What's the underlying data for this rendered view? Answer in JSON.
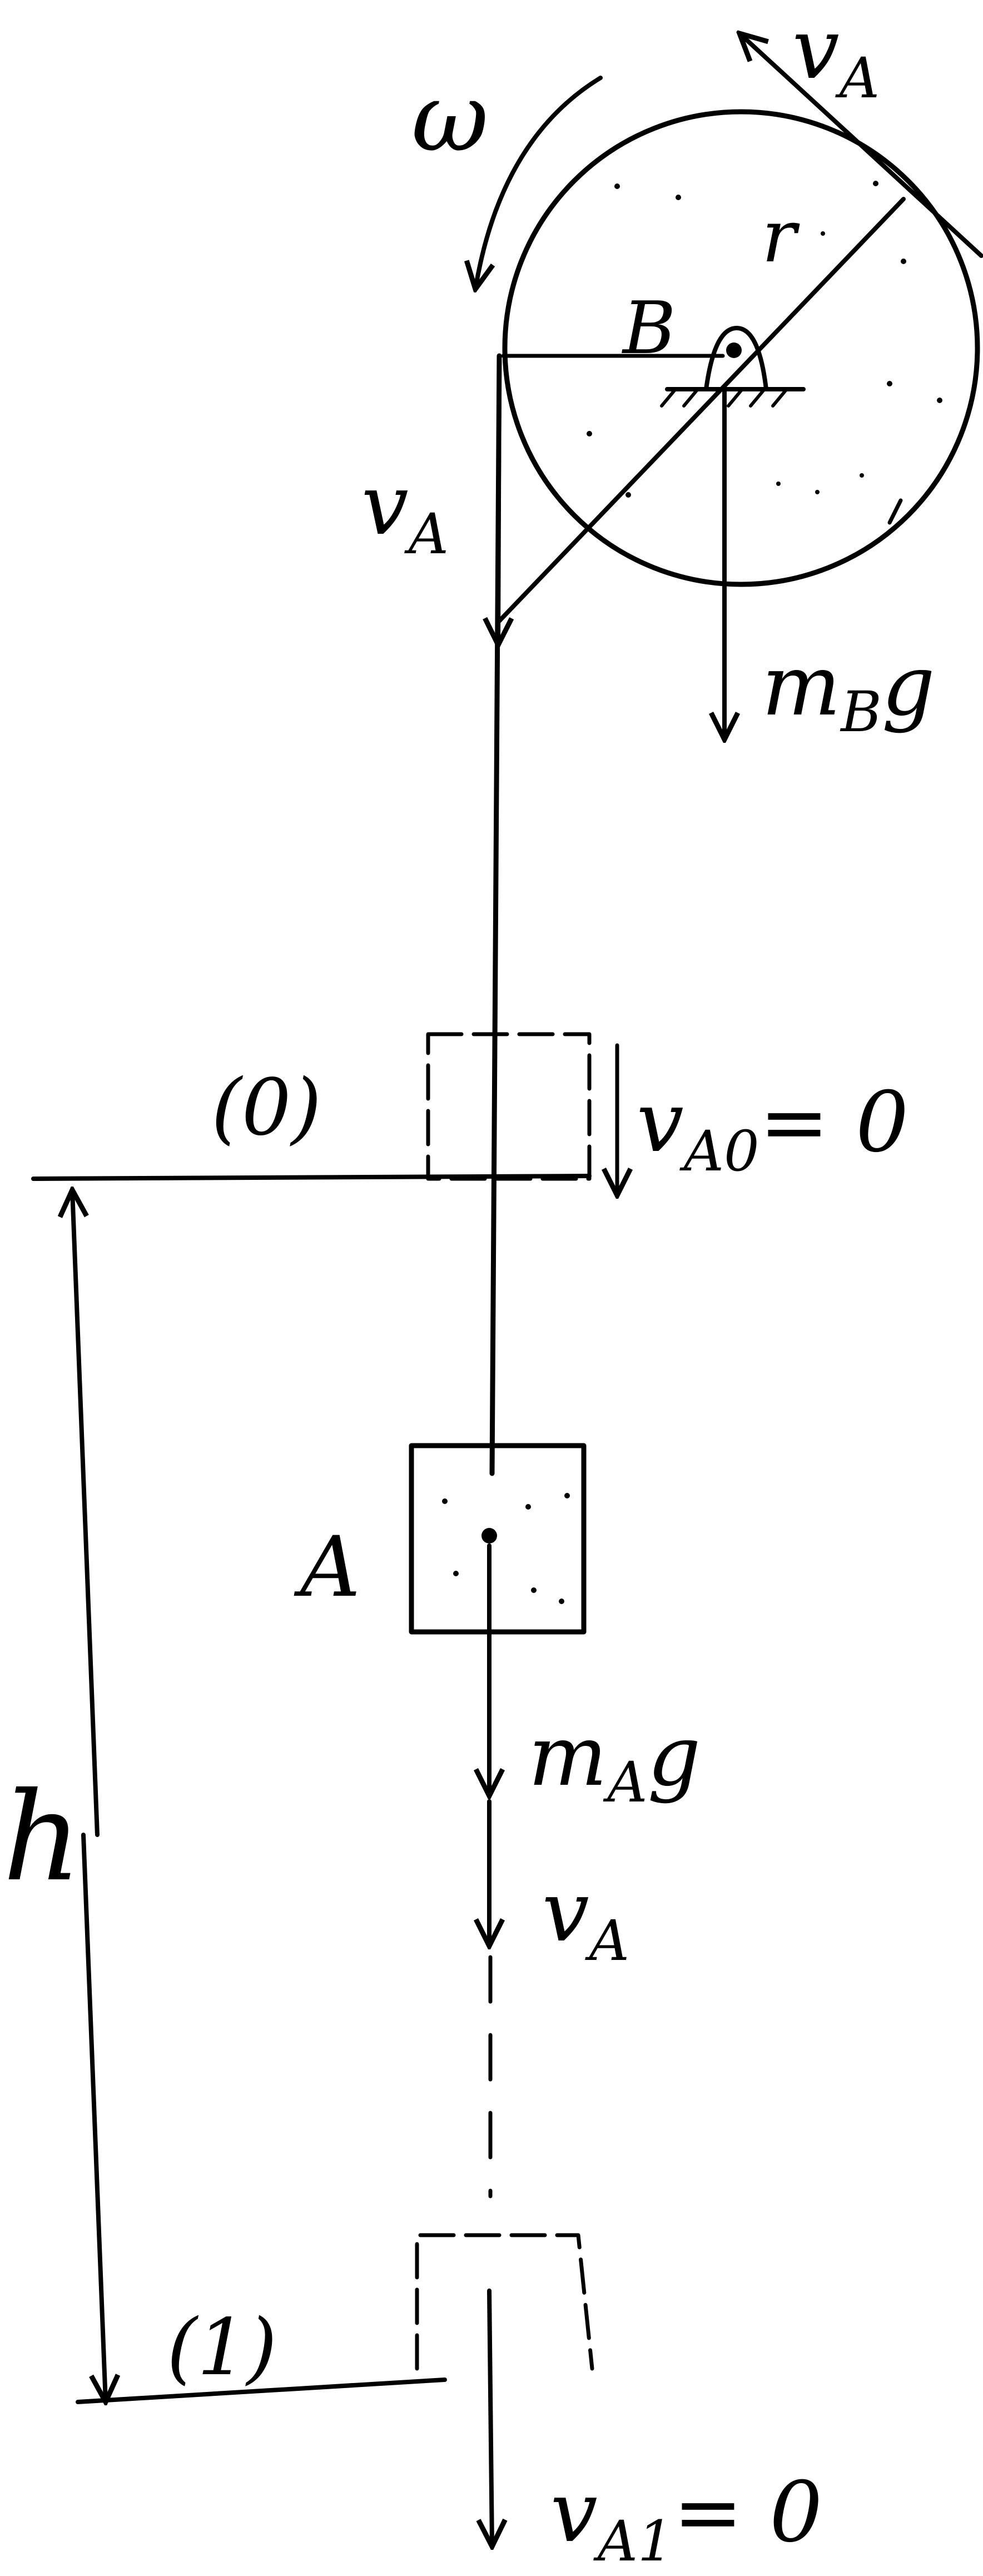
{
  "labels": {
    "omega": "ω",
    "v_A": "v",
    "v_A_sub": "A",
    "radius": "r",
    "point_B": "B",
    "m_B_g_m": "m",
    "m_B_g_sub": "B",
    "m_B_g_g": "g",
    "position_0": "(0)",
    "v_A0_v": "v",
    "v_A0_sub": "A0",
    "v_A0_eq": "= 0",
    "block_A": "A",
    "m_A_g_m": "m",
    "m_A_g_sub": "A",
    "m_A_g_g": "g",
    "height": "h",
    "position_1": "(1)",
    "v_A1_v": "v",
    "v_A1_sub": "A1",
    "v_A1_eq": "= 0"
  }
}
